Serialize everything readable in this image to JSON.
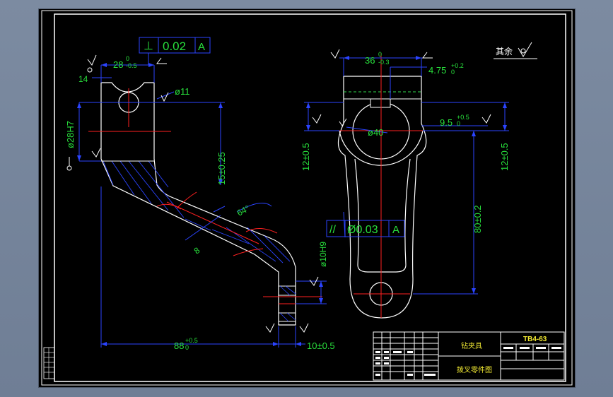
{
  "drawing": {
    "flatness_frame": {
      "symbol": "⊥",
      "tolerance": "0.02",
      "datum": "A"
    },
    "parallelism_frame": {
      "symbol": "//",
      "tolerance": "Ø0.03",
      "datum": "A"
    },
    "remaining_roughness": "其余",
    "left_view": {
      "dim_width": "28",
      "dim_width_upper": "0",
      "dim_width_lower": "-0.5",
      "dim_14": "14",
      "dim_hole": "ø11",
      "dim_bore": "ø28H7",
      "dim_height": "15±0.25",
      "dim_angle": "64°",
      "dim_thickness": "8",
      "dim_small_bore": "ø10H9",
      "dim_length": "88",
      "dim_length_upper": "+0.5",
      "dim_length_lower": "0",
      "dim_tip": "10±0.5"
    },
    "right_view": {
      "dim_slot": "36",
      "dim_slot_upper": "0",
      "dim_slot_lower": "-0.3",
      "dim_key": "4.75",
      "dim_key_upper": "+0.2",
      "dim_key_lower": "0",
      "dim_keydepth": "9.5",
      "dim_keydepth_upper": "+0.5",
      "dim_keydepth_lower": "0",
      "dim_bore": "ø40",
      "dim_left_12": "12±0.5",
      "dim_right_12": "12±0.5",
      "dim_center": "80±0.2"
    },
    "title_block": {
      "drawing_no": "TB4-63",
      "fixture_label": "钻夹具",
      "drawing_name": "拨叉零件图"
    }
  }
}
